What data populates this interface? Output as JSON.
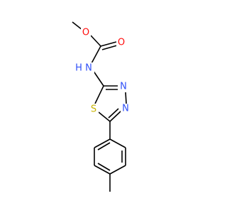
{
  "molecule": {
    "atoms": {
      "methoxy_o": {
        "label": "O",
        "color": "#ff0d0d"
      },
      "carbonyl_o": {
        "label": "O",
        "color": "#ff0d0d"
      },
      "amide_n": {
        "label": "N",
        "color": "#3050f8"
      },
      "amide_h": {
        "label": "H",
        "color": "#3050f8"
      },
      "ring_n1": {
        "label": "N",
        "color": "#3050f8"
      },
      "ring_n2": {
        "label": "N",
        "color": "#3050f8"
      },
      "ring_s": {
        "label": "S",
        "color": "#c8b400"
      }
    },
    "bond_color": "#000000"
  }
}
